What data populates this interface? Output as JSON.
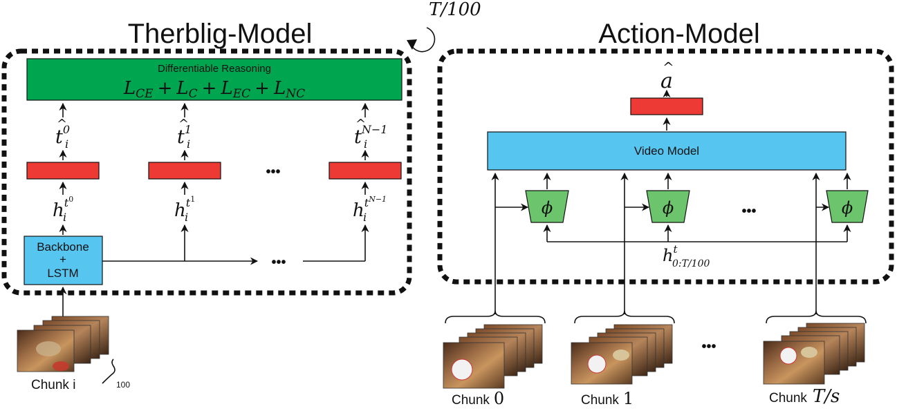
{
  "therblig_model": {
    "title": "Therblig-Model",
    "reasoning_box": {
      "label": "Differentiable Reasoning",
      "loss_terms": [
        "L",
        "CE",
        "+",
        "L",
        "C",
        "+",
        "L",
        "EC",
        "+",
        "L",
        "NC"
      ]
    },
    "outputs": [
      {
        "base": "t",
        "hat": "^",
        "sub": "i",
        "sup": "0"
      },
      {
        "base": "t",
        "hat": "^",
        "sub": "i",
        "sup": "1"
      },
      {
        "base": "t",
        "hat": "^",
        "sub": "i",
        "sup": "N−1"
      }
    ],
    "hidden": [
      {
        "base": "h",
        "sub": "i",
        "sup": "t",
        "supsup": "0"
      },
      {
        "base": "h",
        "sub": "i",
        "sup": "t",
        "supsup": "1"
      },
      {
        "base": "h",
        "sub": "i",
        "sup": "t",
        "supsup": "N−1"
      }
    ],
    "ellipsis": "•••",
    "backbone": {
      "line1": "Backbone",
      "line2": "+",
      "line3": "LSTM"
    },
    "chunk_label": "Chunk i",
    "chunk_count": "100"
  },
  "loop": {
    "label": "T/100"
  },
  "action_model": {
    "title": "Action-Model",
    "output": {
      "base": "a",
      "hat": "^"
    },
    "video_model_label": "Video Model",
    "phi_symbol": "ϕ",
    "hidden_label": {
      "base": "h",
      "sup": "t",
      "sub": "0:T/100"
    },
    "ellipsis": "•••",
    "chunks": [
      {
        "word": "Chunk",
        "index": "0"
      },
      {
        "word": "Chunk",
        "index": "1"
      },
      {
        "word": "Chunk",
        "index": "T/s"
      }
    ],
    "chunk_ellipsis": "•••"
  },
  "colors": {
    "green_box": "#00a550",
    "red_box": "#ee3a35",
    "blue_box": "#56c5f0",
    "phi_green": "#6cc56c",
    "stroke": "#111111"
  }
}
